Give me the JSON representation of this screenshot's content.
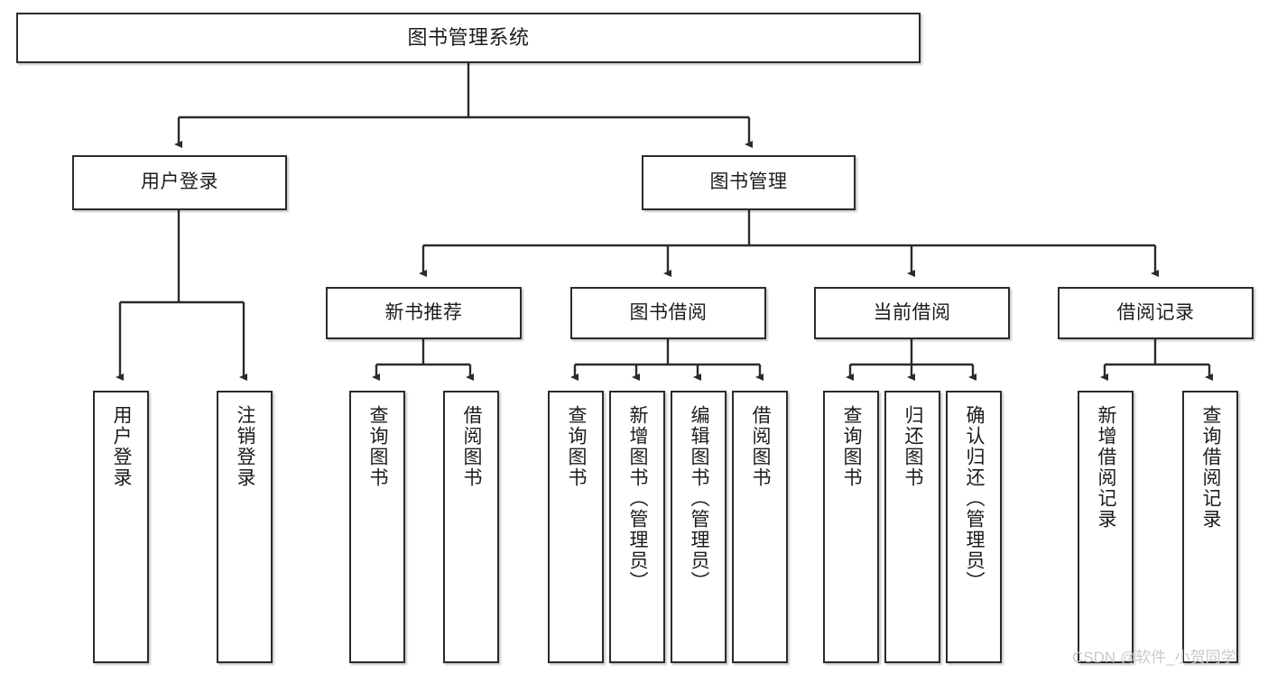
{
  "diagram": {
    "type": "tree",
    "title": "图书管理系统",
    "orientation": "top-down",
    "background_color": "#ffffff",
    "node_border_color": "#2b2b2b",
    "connector_color": "#2b2b2b"
  },
  "nodes": {
    "root": {
      "label": "图书管理系统"
    },
    "level2": [
      {
        "label": "用户登录"
      },
      {
        "label": "图书管理"
      }
    ],
    "level3": [
      {
        "label": "新书推荐"
      },
      {
        "label": "图书借阅"
      },
      {
        "label": "当前借阅"
      },
      {
        "label": "借阅记录"
      }
    ],
    "leaves": {
      "user_login": [
        {
          "label": "用户登录"
        },
        {
          "label": "注销登录"
        }
      ],
      "new_book_recommend": [
        {
          "label": "查询图书"
        },
        {
          "label": "借阅图书"
        }
      ],
      "book_borrow": [
        {
          "label": "查询图书"
        },
        {
          "label": "新增图书（管理员）"
        },
        {
          "label": "编辑图书（管理员）"
        },
        {
          "label": "借阅图书"
        }
      ],
      "current_borrow": [
        {
          "label": "查询图书"
        },
        {
          "label": "归还图书"
        },
        {
          "label": "确认归还（管理员）"
        }
      ],
      "borrow_record": [
        {
          "label": "新增借阅记录"
        },
        {
          "label": "查询借阅记录"
        }
      ]
    }
  },
  "watermark": {
    "text": "CSDN @软件_小贺同学",
    "color": "#c9c9c9"
  }
}
